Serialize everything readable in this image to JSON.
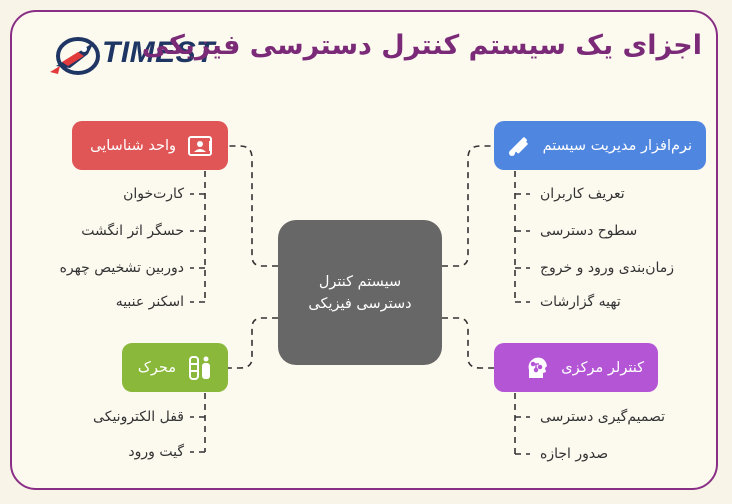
{
  "title": "اجزای یک سیستم کنترل دسترسی فیزیکی",
  "logo": {
    "text": "TIMEST"
  },
  "center": {
    "line1": "سیستم کنترل",
    "line2": "دسترسی فیزیکی"
  },
  "nodes": {
    "identification": {
      "label": "واحد شناسایی",
      "color": "#e05555",
      "icon": "id-card-icon",
      "items": [
        "کارت‌خوان",
        "حسگر اثر انگشت",
        "دوربین تشخیص چهره",
        "اسکنر عنبیه"
      ]
    },
    "software": {
      "label": "نرم‌افزار مدیریت سیستم",
      "color": "#4f86e0",
      "icon": "tools-icon",
      "items": [
        "تعریف کاربران",
        "سطوح دسترسی",
        "زمان‌بندی ورود و خروج",
        "تهیه گزارشات"
      ]
    },
    "actuator": {
      "label": "محرک",
      "color": "#8ab83a",
      "icon": "actuator-icon",
      "items": [
        "قفل الکترونیکی",
        "گیت ورود"
      ]
    },
    "controller": {
      "label": "کنترلر مرکزی",
      "color": "#b455d6",
      "icon": "brain-icon",
      "items": [
        "تصمیم‌گیری دسترسی",
        "صدور اجازه"
      ]
    }
  }
}
